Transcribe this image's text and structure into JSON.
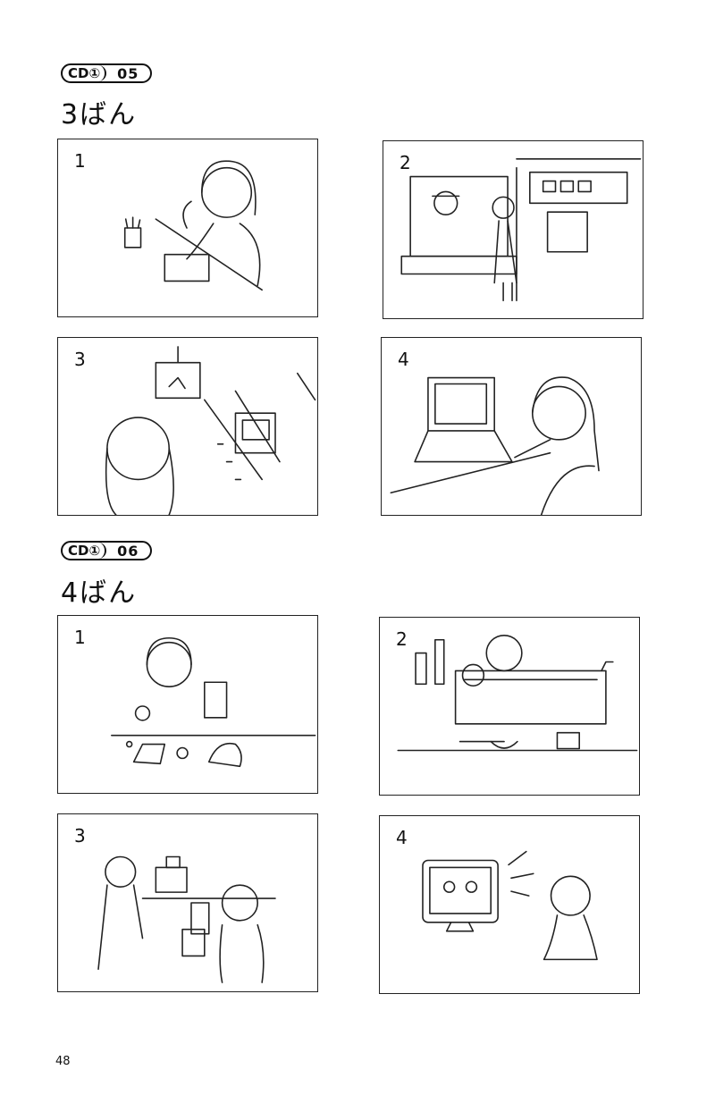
{
  "sections": [
    {
      "cd_label": "CD①",
      "track": "05",
      "title": "3ばん",
      "options": [
        "1",
        "2",
        "3",
        "4"
      ]
    },
    {
      "cd_label": "CD①",
      "track": "06",
      "title": "4ばん",
      "options": [
        "1",
        "2",
        "3",
        "4"
      ]
    }
  ],
  "page_number": "48"
}
